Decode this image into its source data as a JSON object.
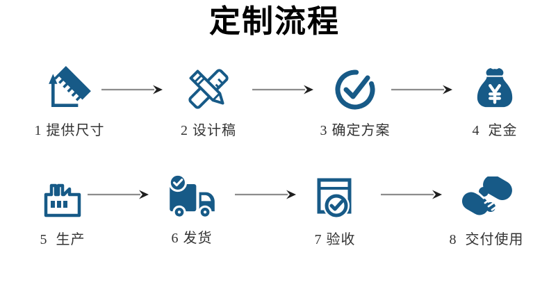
{
  "title": "定制流程",
  "steps": [
    {
      "label": "1 提供尺寸",
      "icon": "ruler-icon"
    },
    {
      "label": "2 设计稿",
      "icon": "design-draft-icon"
    },
    {
      "label": "3 确定方案",
      "icon": "confirm-check-icon"
    },
    {
      "label": "4  定金",
      "icon": "money-bag-yuan-icon"
    },
    {
      "label": "5  生产",
      "icon": "factory-icon"
    },
    {
      "label": "6 发货",
      "icon": "delivery-truck-icon"
    },
    {
      "label": "7 验收",
      "icon": "inspection-check-icon"
    },
    {
      "label": "8  交付使用",
      "icon": "handshake-icon"
    }
  ],
  "colors": {
    "icon_blue": "#175a87",
    "arrow_line": "#8c8c8c",
    "arrow_head": "#1f1f1f",
    "title_color": "#000000",
    "label_color": "#333333",
    "background": "#ffffff"
  }
}
